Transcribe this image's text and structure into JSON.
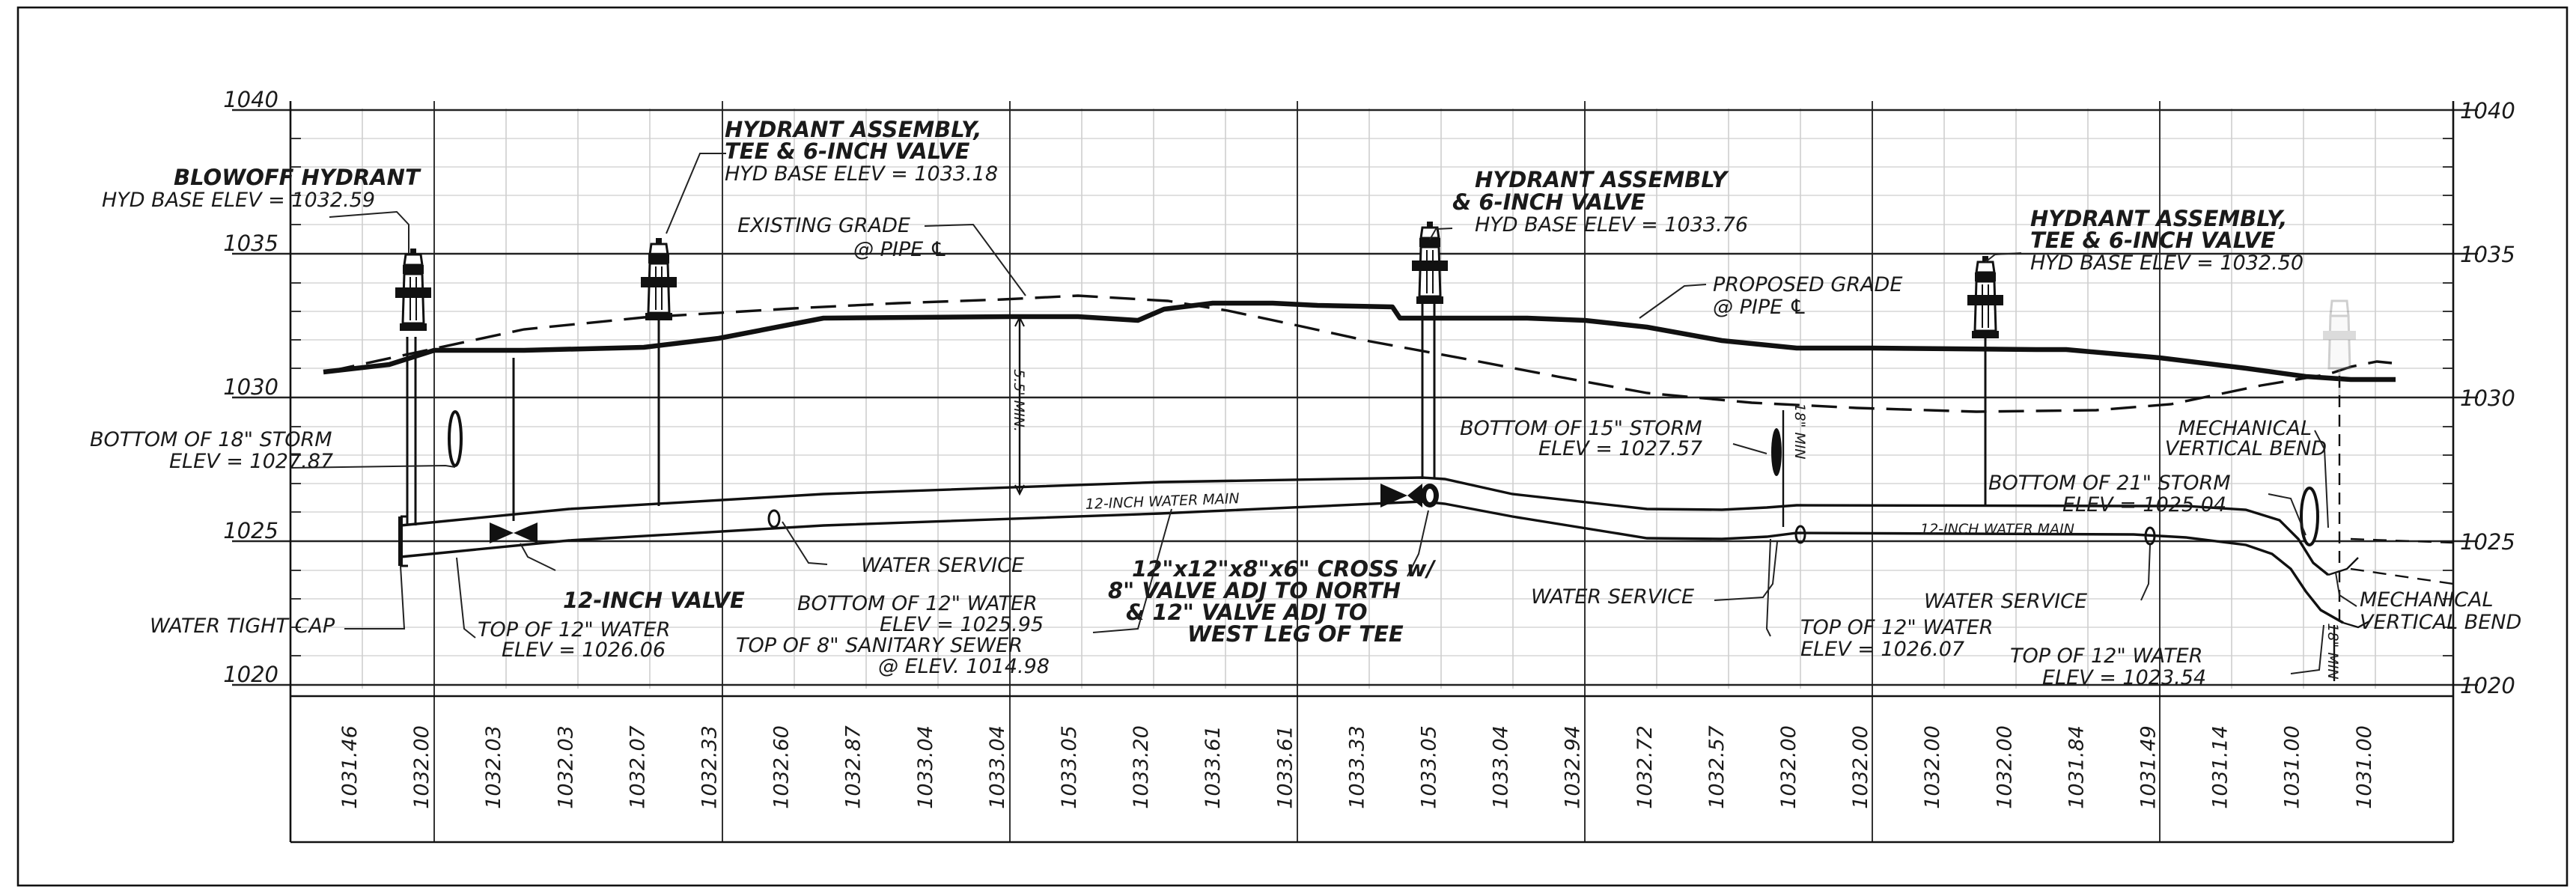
{
  "drawing": {
    "elevations": {
      "left": [
        {
          "value": 1040,
          "label": "1040"
        },
        {
          "value": 1035,
          "label": "1035"
        },
        {
          "value": 1030,
          "label": "1030"
        },
        {
          "value": 1025,
          "label": "1025"
        },
        {
          "value": 1020,
          "label": "1020"
        }
      ],
      "right": [
        "1040",
        "1035",
        "1030",
        "1025",
        "1020"
      ]
    },
    "stations": [
      "1031.46",
      "1032.00",
      "1032.03",
      "1032.03",
      "1032.07",
      "1032.33",
      "1032.60",
      "1032.87",
      "1033.04",
      "1033.04",
      "1033.05",
      "1033.20",
      "1033.61",
      "1033.61",
      "1033.33",
      "1033.05",
      "1033.04",
      "1032.94",
      "1032.72",
      "1032.57",
      "1032.00",
      "1032.00",
      "1032.00",
      "1032.00",
      "1031.84",
      "1031.49",
      "1031.14",
      "1031.00",
      "1031.00"
    ],
    "profiles": {
      "existing_grade": "EXISTING GRADE",
      "existing_grade_at": "@ PIPE ℄",
      "proposed_grade": "PROPOSED GRADE",
      "proposed_grade_at": "@ PIPE ℄"
    },
    "hydrants": [
      {
        "title": "BLOWOFF HYDRANT",
        "elev": "HYD BASE ELEV = 1032.59"
      },
      {
        "title": "HYDRANT ASSEMBLY,",
        "title2": "TEE & 6-INCH VALVE",
        "elev": "HYD BASE ELEV = 1033.18"
      },
      {
        "title": "HYDRANT ASSEMBLY",
        "title2": "& 6-INCH VALVE",
        "elev": "HYD BASE ELEV = 1033.76"
      },
      {
        "title": "HYDRANT ASSEMBLY,",
        "title2": "TEE & 6-INCH VALVE",
        "elev": "HYD BASE ELEV = 1032.50"
      }
    ],
    "labels": {
      "storm18": "BOTTOM OF 18\" STORM",
      "storm18_elev": "ELEV = 1027.87",
      "storm15": "BOTTOM OF 15\" STORM",
      "storm15_elev": "ELEV = 1027.57",
      "storm21": "BOTTOM OF 21\" STORM",
      "storm21_elev": "ELEV = 1025.04",
      "water_tight_cap": "WATER TIGHT CAP",
      "valve12": "12-INCH VALVE",
      "top12_a": "TOP OF 12\" WATER",
      "top12_a_elev": "ELEV = 1026.06",
      "water_service_1": "WATER SERVICE",
      "water_service_2": "WATER SERVICE",
      "water_service_3": "WATER SERVICE",
      "bottom12": "BOTTOM OF 12\" WATER",
      "bottom12_elev": "ELEV = 1025.95",
      "sewer8": "TOP OF 8\" SANITARY SEWER",
      "sewer8_elev": "@ ELEV. 1014.98",
      "cross_1": "12\"x12\"x8\"x6\" CROSS w/",
      "cross_2": "8\" VALVE ADJ TO NORTH",
      "cross_3": "& 12\" VALVE ADJ TO",
      "cross_4": "WEST LEG OF TEE",
      "top12_b": "TOP OF 12\" WATER",
      "top12_b_elev": "ELEV = 1026.07",
      "top12_c": "TOP OF 12\" WATER",
      "top12_c_elev": "ELEV = 1023.54",
      "mech_bend_1a": "MECHANICAL",
      "mech_bend_1b": "VERTICAL BEND",
      "mech_bend_2a": "MECHANICAL",
      "mech_bend_2b": "VERTICAL BEND",
      "water_main_1": "12-INCH WATER MAIN",
      "water_main_2": "12-INCH WATER MAIN",
      "min55": "5.5' MIN.",
      "min18a": "18\" MIN",
      "min18b": "18\" MIN"
    }
  }
}
